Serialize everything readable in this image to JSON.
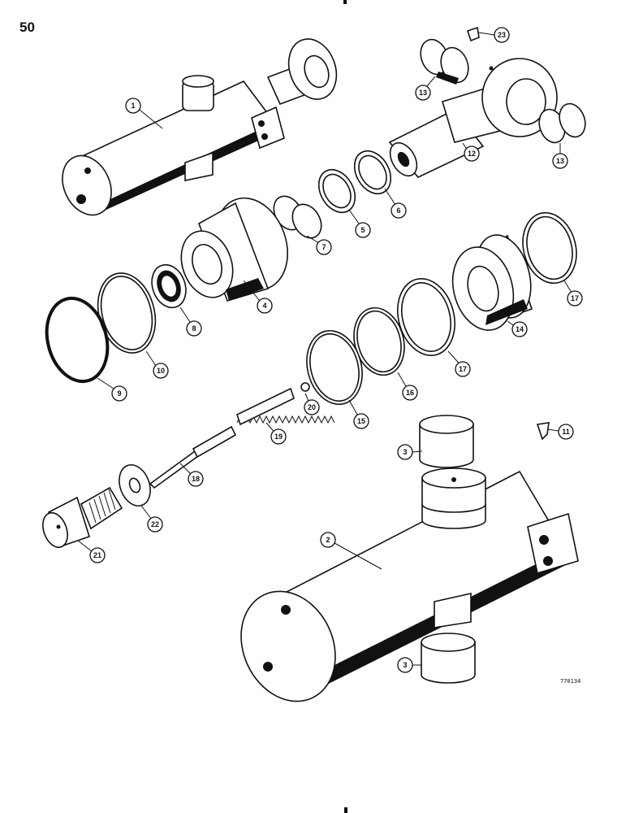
{
  "page_number": "50",
  "figure_code": "770134",
  "callouts": [
    {
      "id": "c1",
      "label": "1"
    },
    {
      "id": "c2",
      "label": "2"
    },
    {
      "id": "c3a",
      "label": "3"
    },
    {
      "id": "c3b",
      "label": "3"
    },
    {
      "id": "c4",
      "label": "4"
    },
    {
      "id": "c5",
      "label": "5"
    },
    {
      "id": "c6",
      "label": "6"
    },
    {
      "id": "c7",
      "label": "7"
    },
    {
      "id": "c8",
      "label": "8"
    },
    {
      "id": "c9",
      "label": "9"
    },
    {
      "id": "c10",
      "label": "10"
    },
    {
      "id": "c11",
      "label": "11"
    },
    {
      "id": "c12",
      "label": "12"
    },
    {
      "id": "c13a",
      "label": "13"
    },
    {
      "id": "c13b",
      "label": "13"
    },
    {
      "id": "c14",
      "label": "14"
    },
    {
      "id": "c15",
      "label": "15"
    },
    {
      "id": "c16",
      "label": "16"
    },
    {
      "id": "c17a",
      "label": "17"
    },
    {
      "id": "c17b",
      "label": "17"
    },
    {
      "id": "c18",
      "label": "18"
    },
    {
      "id": "c19",
      "label": "19"
    },
    {
      "id": "c20",
      "label": "20"
    },
    {
      "id": "c21",
      "label": "21"
    },
    {
      "id": "c22",
      "label": "22"
    },
    {
      "id": "c23",
      "label": "23"
    }
  ]
}
